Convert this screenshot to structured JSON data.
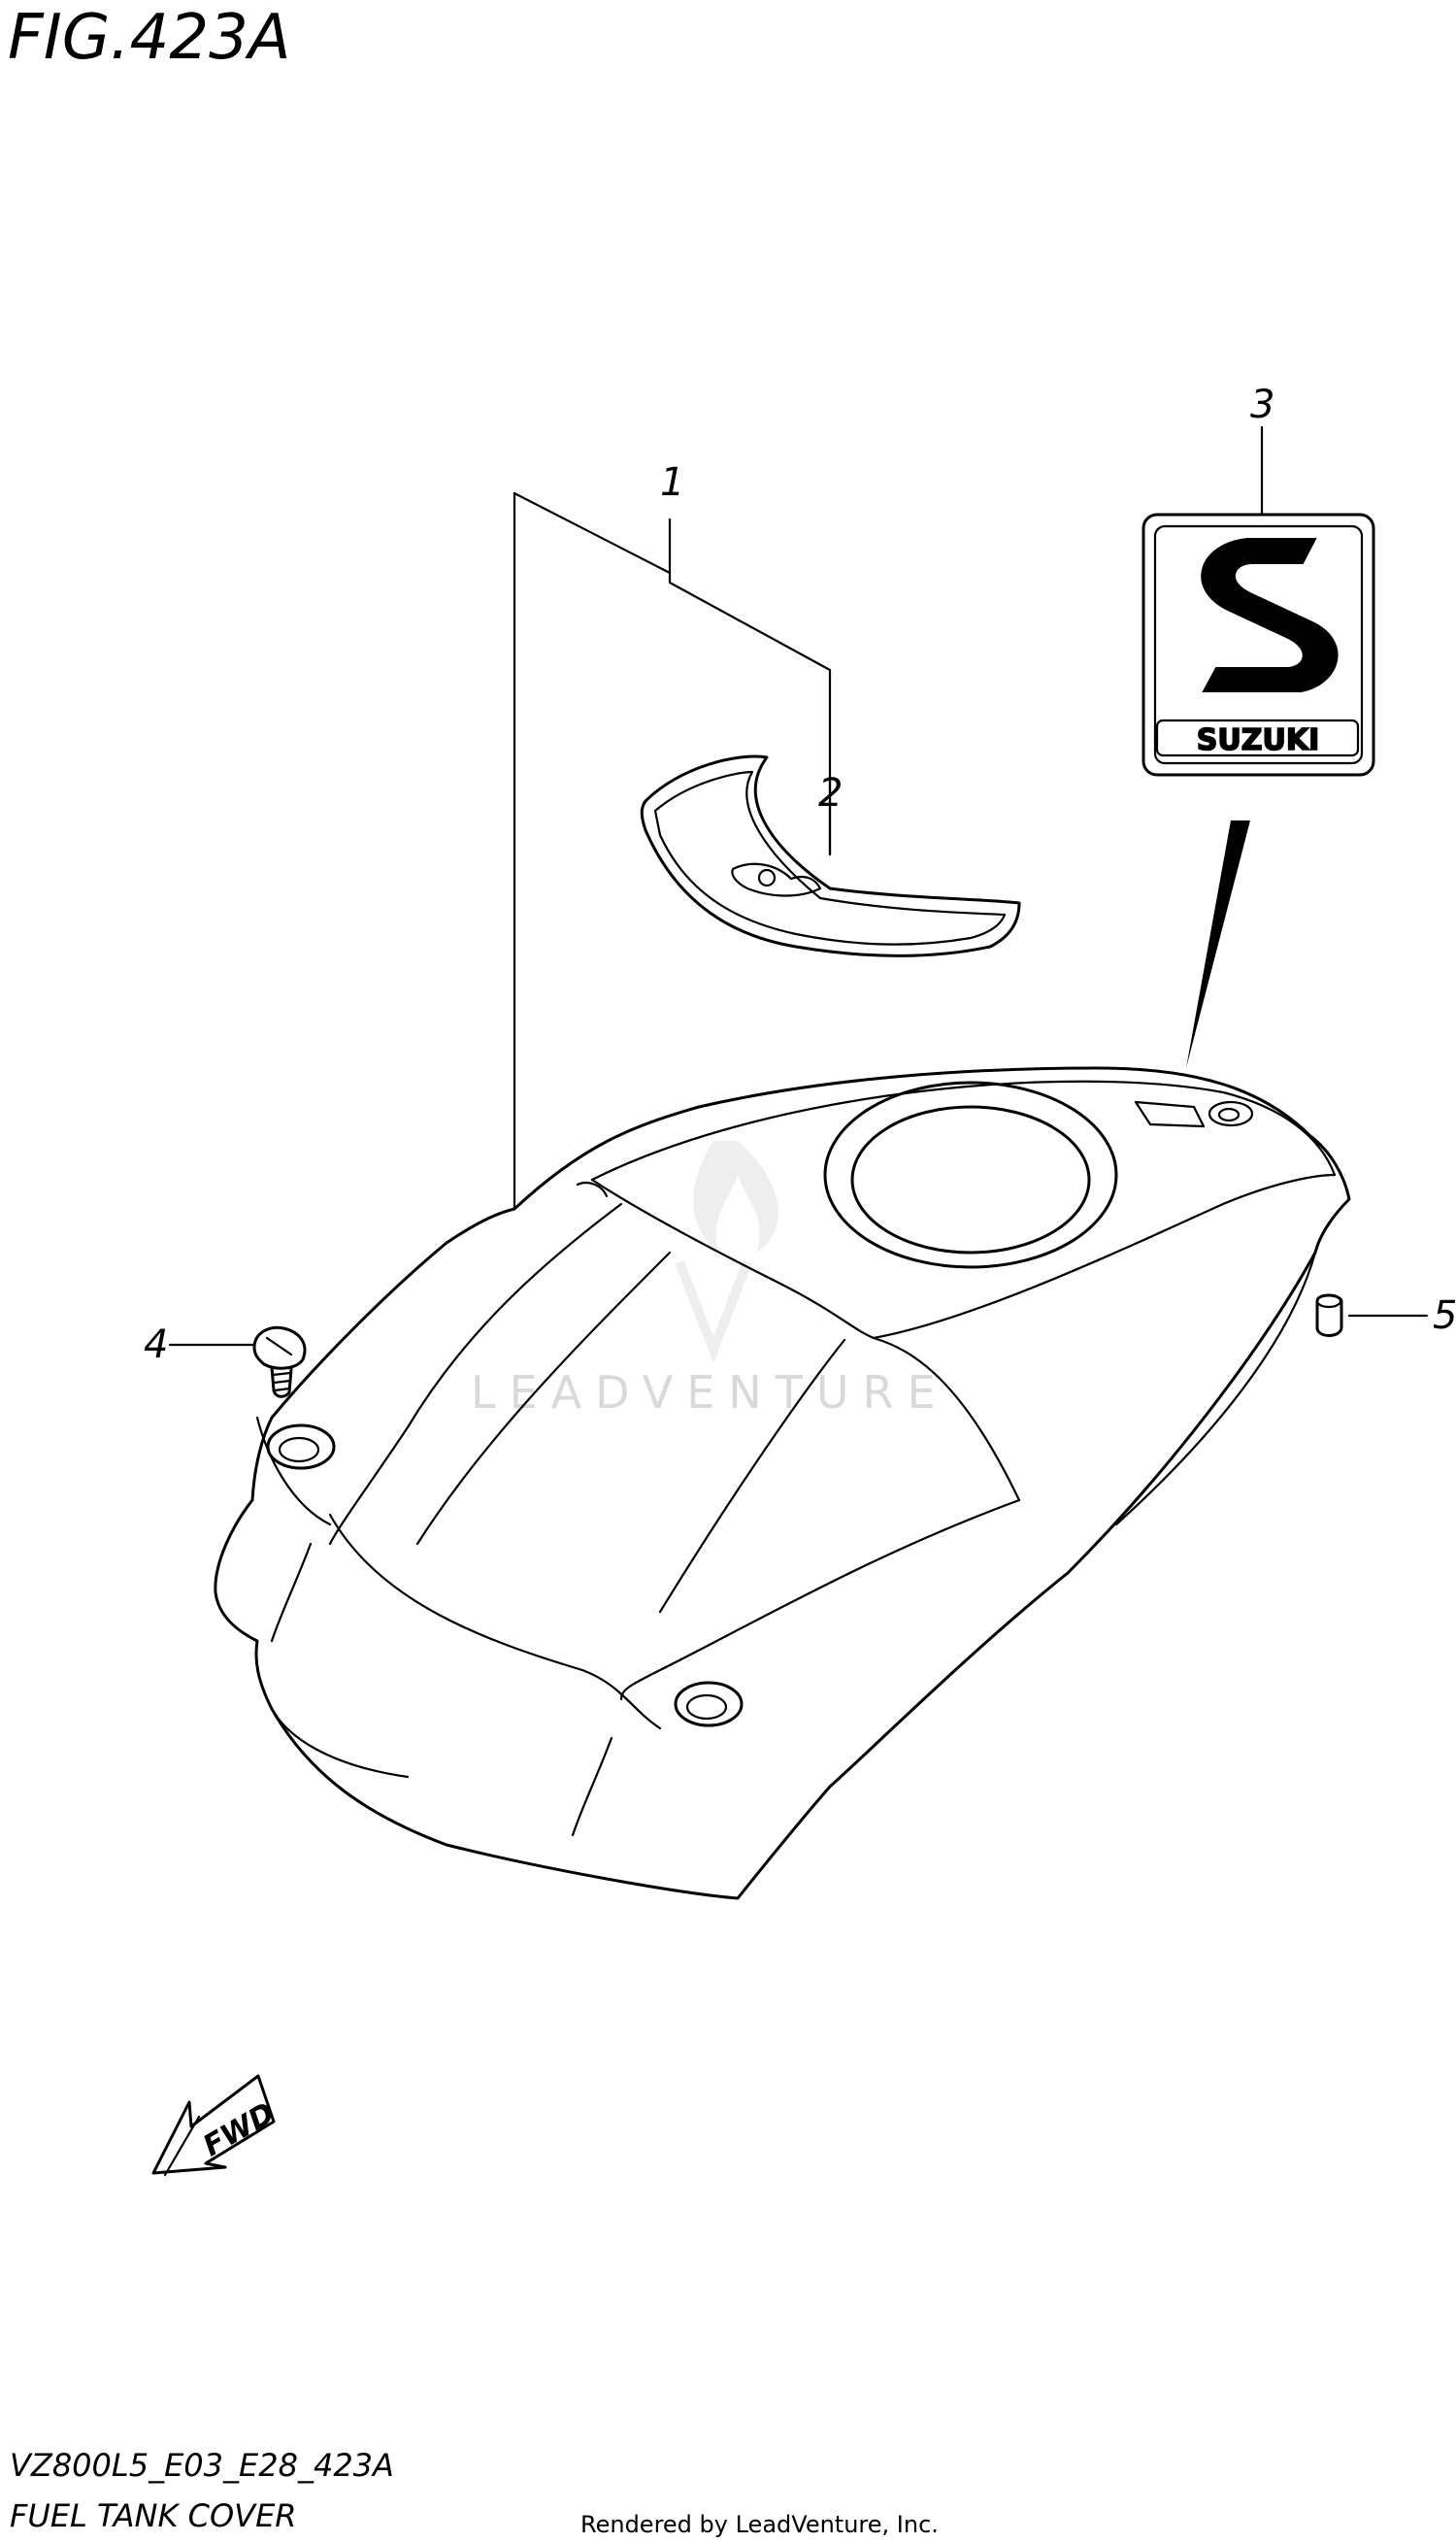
{
  "figure": {
    "title": "FIG.423A",
    "code": "VZ800L5_E03_E28_423A",
    "name": "FUEL TANK COVER",
    "credit": "Rendered by LeadVenture, Inc.",
    "watermark": "LEADVENTURE"
  },
  "callouts": [
    {
      "num": "1"
    },
    {
      "num": "2"
    },
    {
      "num": "3"
    },
    {
      "num": "4"
    },
    {
      "num": "5"
    }
  ],
  "emblem": {
    "text": "SUZUKI"
  },
  "fwd_arrow": {
    "text": "FWD"
  }
}
